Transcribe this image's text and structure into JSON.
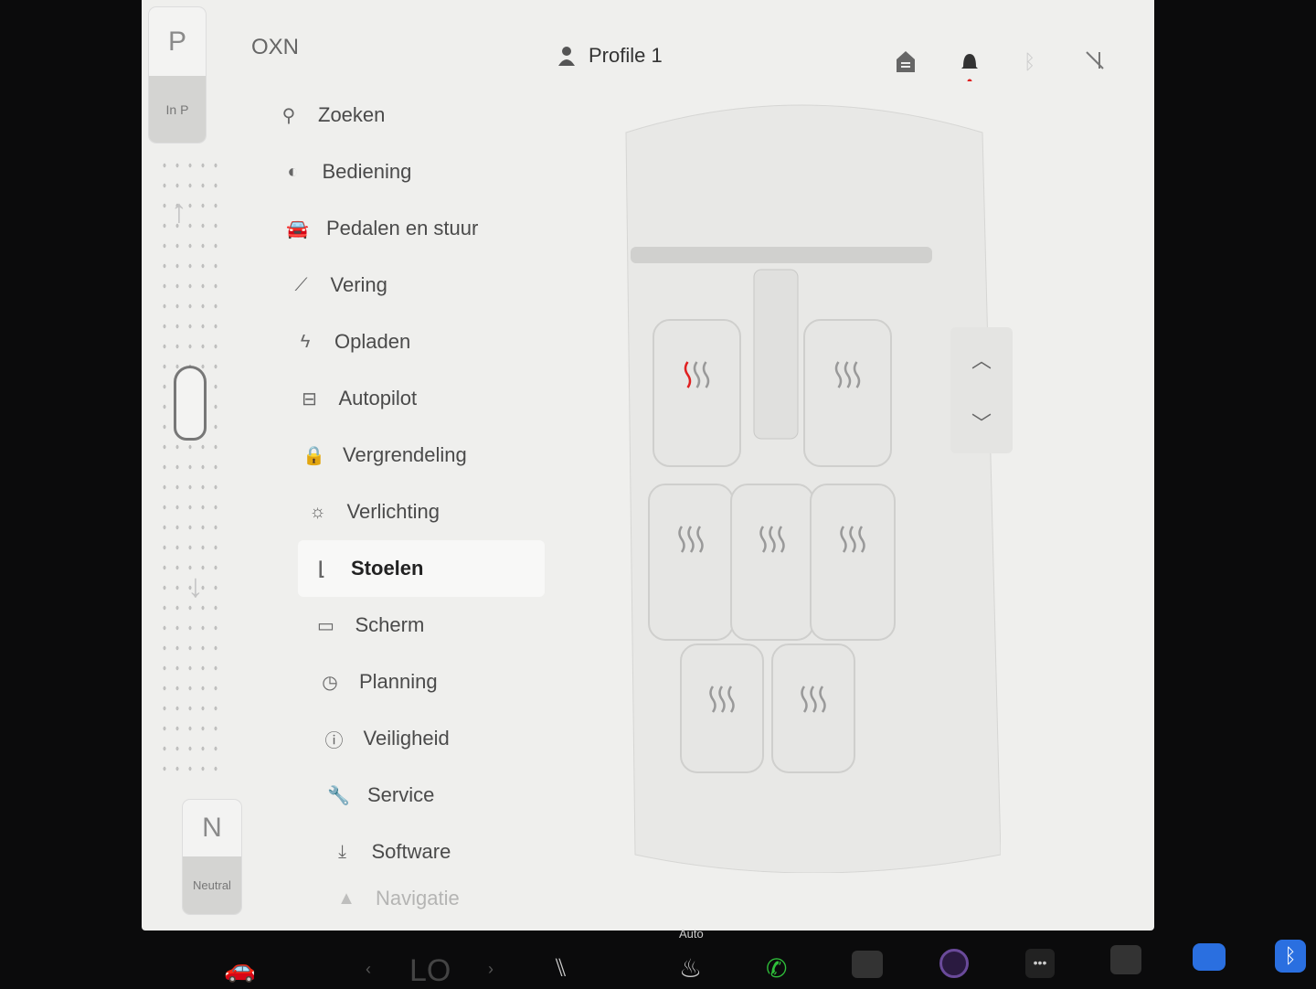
{
  "gear_top": {
    "letter": "P",
    "label": "In P"
  },
  "gear_bottom": {
    "letter": "N",
    "label": "Neutral"
  },
  "header": {
    "brand": "OXN",
    "profile": "Profile 1",
    "icons": [
      "garage-icon",
      "bell-icon",
      "bluetooth-icon",
      "no-signal-icon"
    ],
    "notification_color": "#e02020"
  },
  "menu": {
    "items": [
      {
        "label": "Zoeken",
        "icon": "search-icon",
        "glyph": "⚲"
      },
      {
        "label": "Bediening",
        "icon": "toggle-icon",
        "glyph": "◐"
      },
      {
        "label": "Pedalen en stuur",
        "icon": "car-icon",
        "glyph": "🚘"
      },
      {
        "label": "Vering",
        "icon": "suspension-icon",
        "glyph": "⟋"
      },
      {
        "label": "Opladen",
        "icon": "bolt-icon",
        "glyph": "ϟ"
      },
      {
        "label": "Autopilot",
        "icon": "steering-icon",
        "glyph": "⊟"
      },
      {
        "label": "Vergrendeling",
        "icon": "lock-icon",
        "glyph": "🔒"
      },
      {
        "label": "Verlichting",
        "icon": "light-icon",
        "glyph": "☼"
      },
      {
        "label": "Stoelen",
        "icon": "seat-icon",
        "glyph": "⌊"
      },
      {
        "label": "Scherm",
        "icon": "display-icon",
        "glyph": "▭"
      },
      {
        "label": "Planning",
        "icon": "clock-icon",
        "glyph": "◷"
      },
      {
        "label": "Veiligheid",
        "icon": "alert-icon",
        "glyph": "ⓘ"
      },
      {
        "label": "Service",
        "icon": "wrench-icon",
        "glyph": "🔧"
      },
      {
        "label": "Software",
        "icon": "download-icon",
        "glyph": "⤓"
      },
      {
        "label": "Navigatie",
        "icon": "navigation-icon",
        "glyph": "▲"
      }
    ],
    "active": "Stoelen"
  },
  "seats": {
    "driver_heat_color": "#e02020",
    "seat_heater_on": "driver"
  },
  "bottom_bar": {
    "temperature": "LO",
    "fan_label": "Auto",
    "accent_phone": "#2fbf3a",
    "bluetooth_color": "#2a6fe0"
  }
}
